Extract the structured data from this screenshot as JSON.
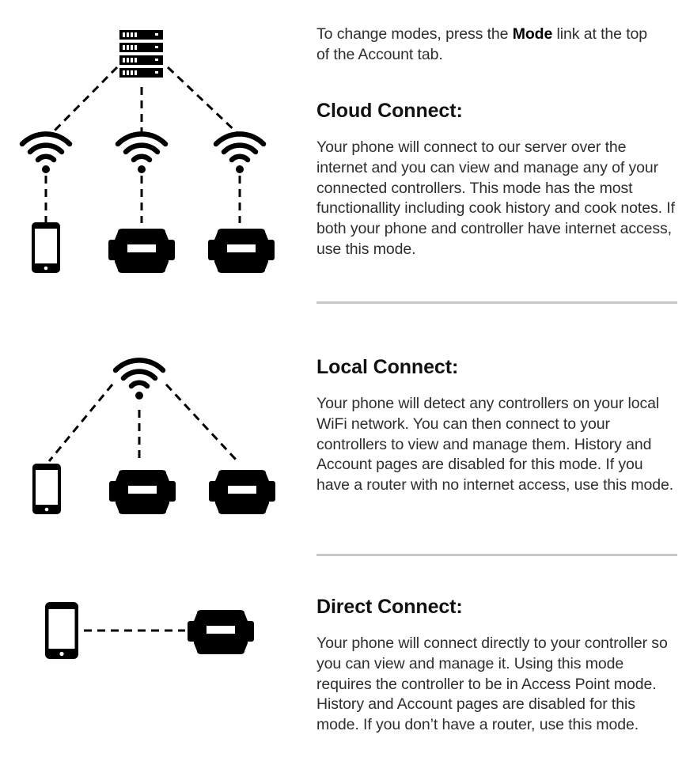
{
  "intro": {
    "text_before": "To change modes, press the ",
    "bold_word": "Mode",
    "text_after": " link at the top of the Account tab."
  },
  "sections": [
    {
      "heading": "Cloud Connect:",
      "body": "Your phone will connect to our server over the internet and you can view and manage any of your connected controllers. This mode has the most functionallity including cook history and cook notes. If both your phone and controller have internet access, use this mode."
    },
    {
      "heading": "Local Connect:",
      "body": "Your phone will detect any controllers on your local WiFi network. You can then connect to your controllers to view and manage them. History and Account pages are disabled for this mode. If you have a router with no internet access, use this mode."
    },
    {
      "heading": "Direct Connect:",
      "body": "Your phone will connect directly to your controller so you can view and manage it. Using this mode requires the controller to be in Access Point mode. History and Account pages are disabled for this mode. If you don’t have a router, use this mode."
    }
  ],
  "icons": {
    "server": "server-icon",
    "wifi": "wifi-icon",
    "phone": "phone-icon",
    "controller": "controller-icon"
  },
  "colors": {
    "ink": "#000000",
    "text": "#2e2e2e",
    "divider": "#c8c8c8"
  }
}
